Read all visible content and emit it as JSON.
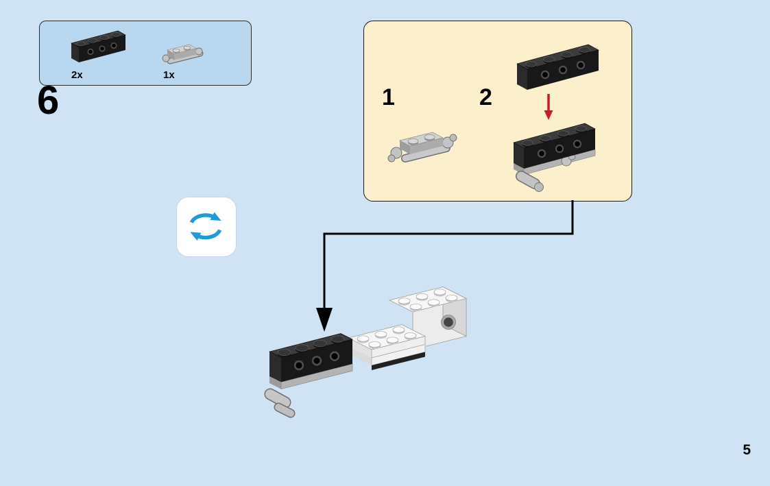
{
  "page": {
    "step_number": "6",
    "number": "5"
  },
  "parts_box": {
    "parts": [
      {
        "count": "2x",
        "part": "black-technic-brick-1x4"
      },
      {
        "count": "1x",
        "part": "gray-plate-with-handles"
      }
    ]
  },
  "substeps": {
    "steps": [
      {
        "number": "1",
        "part": "gray-plate-with-handles"
      },
      {
        "number": "2",
        "part": "black-technic-brick-1x4-placed-on-plate"
      }
    ]
  },
  "icons": {
    "rotate": "rotate-model-icon",
    "assembly_arrow": "down-arrow-icon",
    "placement_arrow": "red-down-arrow-icon"
  },
  "colors": {
    "background": "#cfe3f4",
    "parts_box_fill": "#b9d7ee",
    "substep_fill": "#fcf0cc",
    "badge_bg": "#ffffff",
    "rotate_arrow": "#1e9cd8",
    "step_arrow_red": "#c81a2e",
    "line_color": "#000000"
  }
}
